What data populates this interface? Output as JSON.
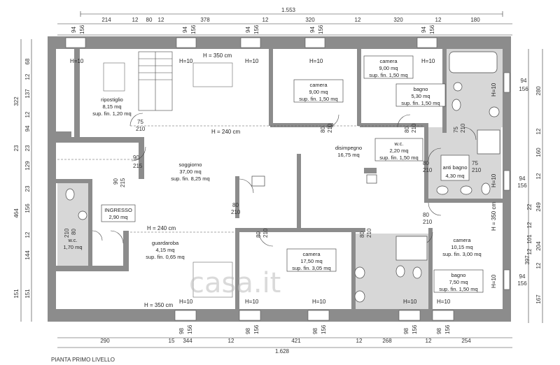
{
  "plan_title": "PIANTA PRIMO LIVELLO",
  "watermark": "casa.it",
  "colors": {
    "wall": "#8c8c8c",
    "wet_room": "#d7d7d7",
    "line": "#333333"
  },
  "top_dims": {
    "total": "1.553",
    "segments": [
      "214",
      "12",
      "80",
      "12",
      "378",
      "12",
      "320",
      "12",
      "320",
      "12",
      "180"
    ],
    "windows": [
      "94",
      "156",
      "94",
      "156",
      "94",
      "156",
      "94",
      "156",
      "94",
      "156"
    ]
  },
  "bottom_dims": {
    "total": "1.628",
    "row1": [
      "290",
      "15",
      "12",
      "12",
      "12"
    ],
    "row2": [
      "344",
      "421",
      "268",
      "254"
    ],
    "windows": [
      "98",
      "156",
      "98",
      "156",
      "98",
      "156",
      "98",
      "156",
      "98",
      "156"
    ]
  },
  "left_dims": {
    "outer": [
      "322",
      "23",
      "464",
      "151"
    ],
    "inner": [
      "68",
      "12",
      "137",
      "12",
      "94",
      "23",
      "129",
      "23",
      "156",
      "12",
      "144",
      "151"
    ]
  },
  "right_dims": {
    "outer": [
      "280",
      "12",
      "160",
      "12",
      "249",
      "204",
      "12",
      "397",
      "167"
    ],
    "inner": [
      "94",
      "156",
      "94",
      "156",
      "22",
      "12",
      "101",
      "12",
      "94",
      "156"
    ]
  },
  "rooms": [
    {
      "name": "ripostiglio",
      "area": "8,15 mq",
      "finestrata": "sup. fin. 1,20 mq"
    },
    {
      "name": "soggiorno",
      "area": "37,00 mq",
      "finestrata": "sup. fin. 8,25 mq"
    },
    {
      "name": "INGRESSO",
      "area": "2,90 mq",
      "finestrata": ""
    },
    {
      "name": "w.c.",
      "area": "1,70 mq",
      "finestrata": ""
    },
    {
      "name": "guardaroba",
      "area": "4,15 mq",
      "finestrata": "sup. fin. 0,65 mq"
    },
    {
      "name": "camera",
      "area": "9,00 mq",
      "finestrata": "sup. fin. 1,50 mq"
    },
    {
      "name": "camera",
      "area": "9,00 mq",
      "finestrata": "sup. fin. 1,50 mq"
    },
    {
      "name": "bagno",
      "area": "5,30 mq",
      "finestrata": "sup. fin. 1,50 mq"
    },
    {
      "name": "disimpegno",
      "area": "16,75 mq",
      "finestrata": ""
    },
    {
      "name": "w.c.",
      "area": "2,20 mq",
      "finestrata": "sup. fin. 1,50 mq"
    },
    {
      "name": "anti bagno",
      "area": "4,30 mq",
      "finestrata": ""
    },
    {
      "name": "camera",
      "area": "17,50 mq",
      "finestrata": "sup. fin. 3,05 mq"
    },
    {
      "name": "camera",
      "area": "10,15 mq",
      "finestrata": "sup. fin. 3,00 mq"
    },
    {
      "name": "bagno",
      "area": "7,50 mq",
      "finestrata": "sup. fin. 1,50 mq"
    }
  ],
  "heights": {
    "h10": "H=10",
    "h350": "H = 350 cm",
    "h350_top": "H = 350 cm",
    "h350_right": "H = 350 cm",
    "h240_mid": "H = 240 cm",
    "h240_left": "H = 240 cm"
  },
  "doors": {
    "d75": "75",
    "d210": "210",
    "d80": "80",
    "d90": "90",
    "d215": "215"
  }
}
